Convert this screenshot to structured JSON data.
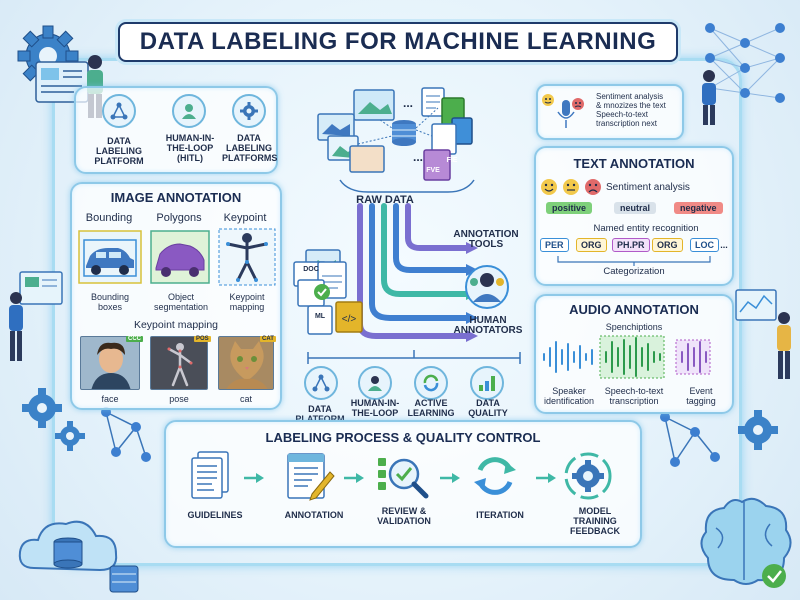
{
  "title": "DATA LABELING FOR MACHINE LEARNING",
  "top_left": {
    "items": [
      {
        "label": "DATA LABELING PLATFORM"
      },
      {
        "label": "HUMAN-IN-THE-LOOP (HITL)"
      },
      {
        "label": "DATA LABELING PLATFORMS"
      }
    ]
  },
  "image_annotation": {
    "title": "IMAGE ANNOTATION",
    "columns": [
      {
        "heading": "Bounding",
        "caption": "Bounding boxes"
      },
      {
        "heading": "Polygons",
        "caption": "Object segmentation"
      },
      {
        "heading": "Keypoint",
        "caption": "Keypoint mapping"
      }
    ],
    "mapping_title": "Keypoint mapping",
    "mapping": [
      {
        "badge": "CCC",
        "caption": "face"
      },
      {
        "badge": "POS",
        "caption": "pose"
      },
      {
        "badge": "CAT",
        "caption": "cat"
      }
    ]
  },
  "center": {
    "raw_data": "RAW DATA",
    "file_labels": [
      "FIE",
      "FVE"
    ],
    "file_icon_labels": [
      "DOC",
      "ML"
    ],
    "ellipsis": "...",
    "annotation_tools": "ANNOTATION TOOLS",
    "human_annotators": "HUMAN ANNOTATORS",
    "bottom_items": [
      {
        "label": "DATA PLATFORM"
      },
      {
        "label": "HUMAN-IN-THE-LOOP"
      },
      {
        "label": "ACTIVE LEARNING"
      },
      {
        "label": "DATA QUALITY"
      }
    ]
  },
  "top_right": {
    "lines": [
      "Sentiment analysis",
      "& mnozizes the text",
      "Speech-to-text",
      "transcription next"
    ]
  },
  "text_annotation": {
    "title": "TEXT ANNOTATION",
    "sentiment_label": "Sentiment analysis",
    "sentiments": [
      {
        "text": "positive",
        "color": "#7ed07a"
      },
      {
        "text": "neutral",
        "color": "#d9e2ea"
      },
      {
        "text": "negative",
        "color": "#f08a86"
      }
    ],
    "ner_label": "Named entity recognition",
    "entities": [
      {
        "text": "PER",
        "color": "#3a8fd8"
      },
      {
        "text": "ORG",
        "color": "#e3b52a"
      },
      {
        "text": "PH.PR",
        "color": "#b05ac8"
      },
      {
        "text": "ORG",
        "color": "#e3b52a"
      },
      {
        "text": "LOC",
        "color": "#3a8fd8"
      }
    ],
    "entities_more": "...",
    "categorization": "Categorization"
  },
  "audio_annotation": {
    "title": "AUDIO ANNOTATION",
    "subtitle": "Spenchiptions",
    "captions": [
      "Speaker identification",
      "Speech-to-text transcription",
      "Event tagging"
    ]
  },
  "process": {
    "title": "LABELING PROCESS & QUALITY CONTROL",
    "steps": [
      "GUIDELINES",
      "ANNOTATION",
      "REVIEW & VALIDATION",
      "ITERATION",
      "MODEL TRAINING FEEDBACK"
    ]
  },
  "colors": {
    "accent": "#3a8fd8",
    "frame": "#8ec9e8",
    "arrow_purple": "#7a6fd0",
    "arrow_teal": "#3fb8a6",
    "arrow_blue": "#3f7fd0"
  },
  "decor_icons": [
    "gear-icon",
    "neural-network-icon",
    "cloud-database-icon",
    "brain-icon",
    "person-icon"
  ]
}
